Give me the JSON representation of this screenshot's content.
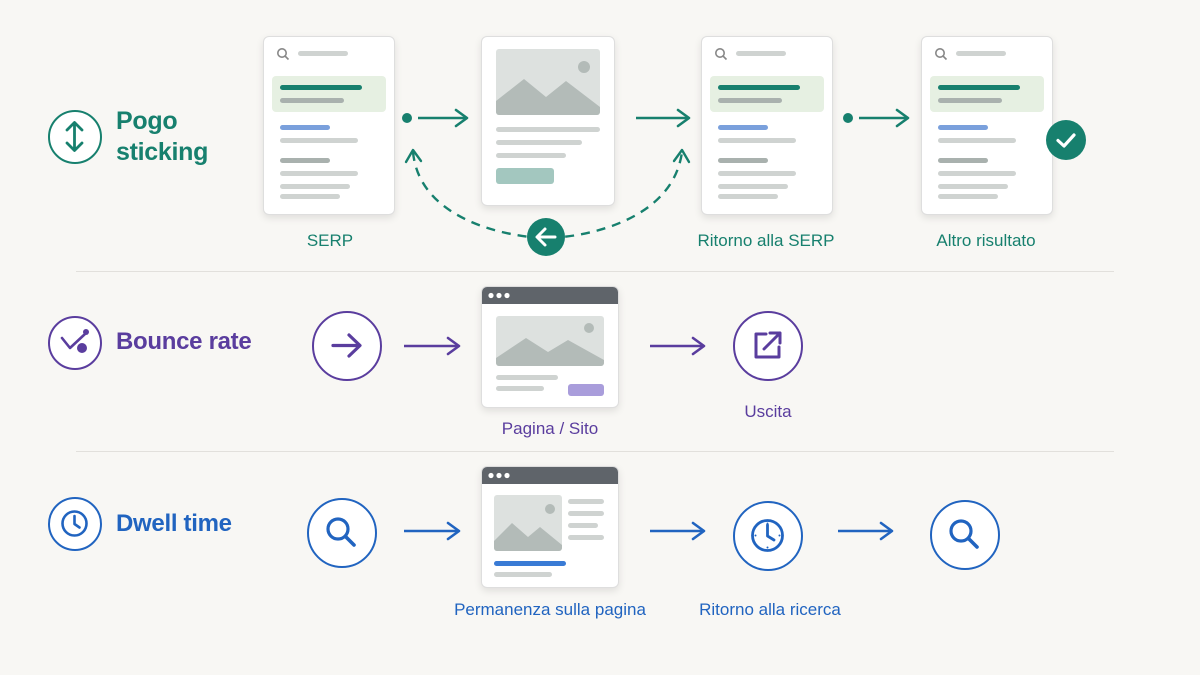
{
  "rows": {
    "pogo": {
      "label_line1": "Pogo",
      "label_line2": "sticking",
      "captions": {
        "serp": "SERP",
        "return_serp": "Ritorno alla SERP",
        "other_result": "Altro risultato"
      },
      "icon": "arrows-up-down-icon"
    },
    "bounce": {
      "label": "Bounce rate",
      "captions": {
        "page": "Pagina / Sito",
        "exit": "Uscita"
      },
      "icon": "bounce-icon"
    },
    "dwell": {
      "label": "Dwell time",
      "captions": {
        "stay": "Permanenza sulla pagina",
        "return_search": "Ritorno alla ricerca"
      },
      "icon": "clock-icon"
    }
  },
  "colors": {
    "teal": "#17806e",
    "purple": "#5a3d9e",
    "blue": "#2164c0",
    "background": "#f8f7f4"
  }
}
